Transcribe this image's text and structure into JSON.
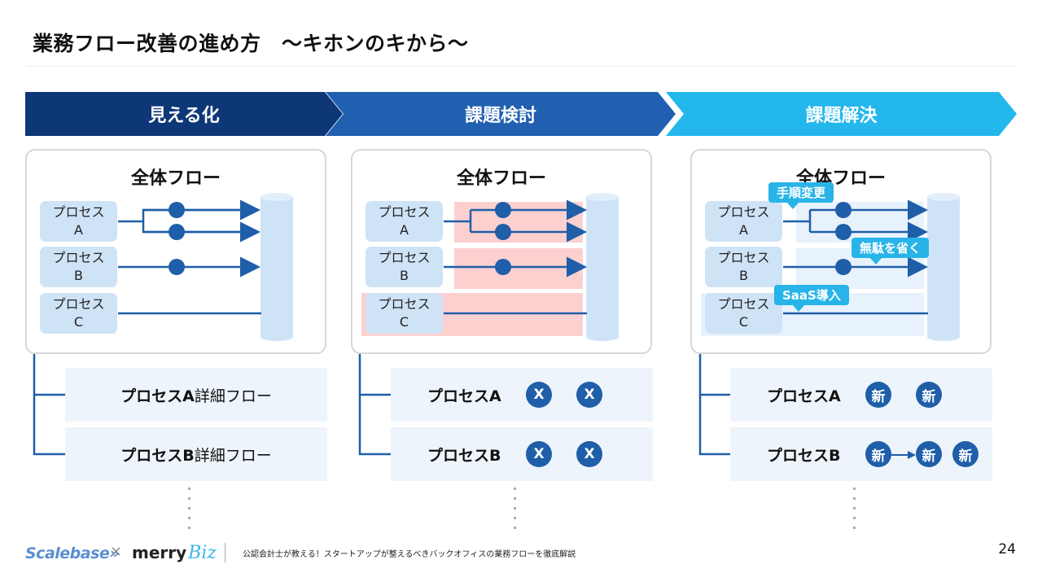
{
  "title": "業務フロー改善の進め方　～キホンのキから～",
  "colors": {
    "stage1": "#0e3778",
    "stage2": "#2160b0",
    "stage3": "#23b7ec",
    "line": "#1f5ea8",
    "process_box": "#cfe3f7",
    "highlight_red": "#fdd0d0",
    "highlight_blue": "#e8f2fc",
    "bubble": "#28b4e8"
  },
  "stages": [
    {
      "label": "見える化"
    },
    {
      "label": "課題検討"
    },
    {
      "label": "課題解決"
    }
  ],
  "cards": [
    {
      "title": "全体フロー",
      "processes": [
        {
          "line1": "プロセス",
          "line2": "A"
        },
        {
          "line1": "プロセス",
          "line2": "B"
        },
        {
          "line1": "プロセス",
          "line2": "C"
        }
      ]
    },
    {
      "title": "全体フロー",
      "processes": [
        {
          "line1": "プロセス",
          "line2": "A"
        },
        {
          "line1": "プロセス",
          "line2": "B"
        },
        {
          "line1": "プロセス",
          "line2": "C"
        }
      ]
    },
    {
      "title": "全体フロー",
      "processes": [
        {
          "line1": "プロセス",
          "line2": "A"
        },
        {
          "line1": "プロセス",
          "line2": "B"
        },
        {
          "line1": "プロセス",
          "line2": "C"
        }
      ],
      "callouts": [
        "手順変更",
        "無駄を省く",
        "SaaS導入"
      ]
    }
  ],
  "details": {
    "col1": [
      {
        "label_bold": "プロセスA",
        "label_rest": " 詳細フロー"
      },
      {
        "label_bold": "プロセスB",
        "label_rest": " 詳細フロー"
      }
    ],
    "col2": [
      {
        "label": "プロセスA",
        "badges": [
          "X",
          "X"
        ]
      },
      {
        "label": "プロセスB",
        "badges": [
          "X",
          "X"
        ]
      }
    ],
    "col3": [
      {
        "label": "プロセスA",
        "badges": [
          "新",
          "新"
        ]
      },
      {
        "label": "プロセスB",
        "badges": [
          "新",
          "新",
          "新"
        ]
      }
    ]
  },
  "footer": {
    "logo1": "Scalebase»",
    "cross": "×",
    "logo2_a": "merry",
    "logo2_b": "Biz",
    "caption": "公認会計士が教える！スタートアップが整えるべきバックオフィスの業務フローを徹底解説",
    "page": "24"
  }
}
